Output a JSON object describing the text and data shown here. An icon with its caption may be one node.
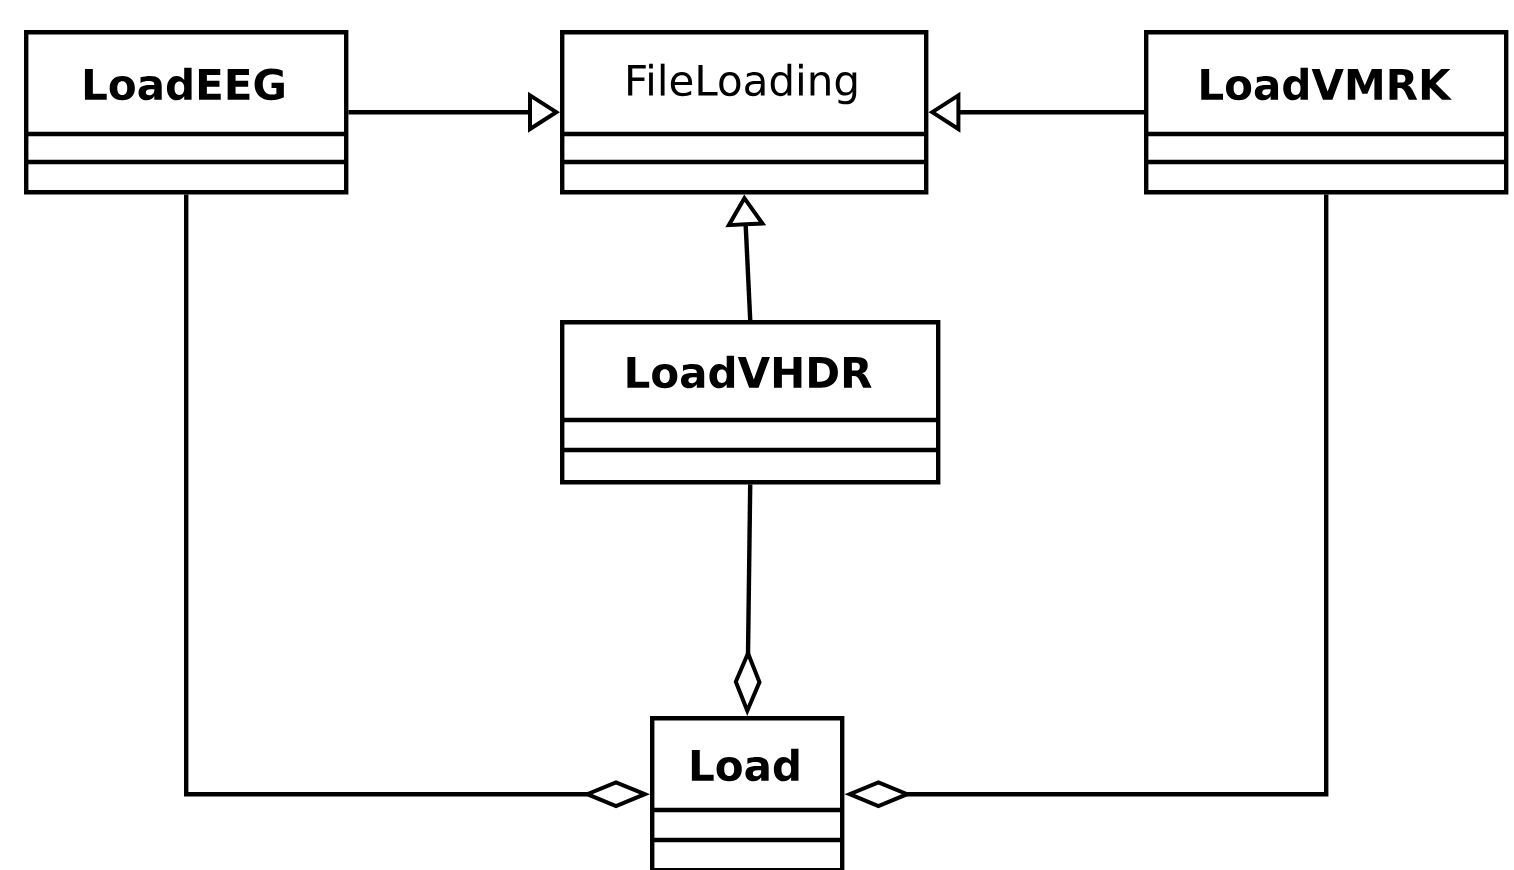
{
  "diagram": {
    "nodes": [
      {
        "text": [
          "LoadEEG"
        ]
      },
      {
        "text": [
          "FileLoading"
        ]
      },
      {
        "text": [
          "LoadVMRK"
        ]
      },
      {
        "text": [
          "LoadVHDR"
        ]
      },
      {
        "text": [
          "Load"
        ]
      }
    ],
    "edges": [
      {
        "from": 0,
        "to": 1,
        "arrow": "to"
      },
      {
        "from": 2,
        "to": 1,
        "arrow": "to"
      },
      {
        "from": 3,
        "to": 1,
        "arrow": "to"
      },
      {
        "from": 3,
        "to": 4,
        "arrow": "other"
      },
      {
        "from": 0,
        "to": 4,
        "arrow": "other"
      },
      {
        "from": 2,
        "to": 4,
        "arrow": "other"
      }
    ]
  }
}
